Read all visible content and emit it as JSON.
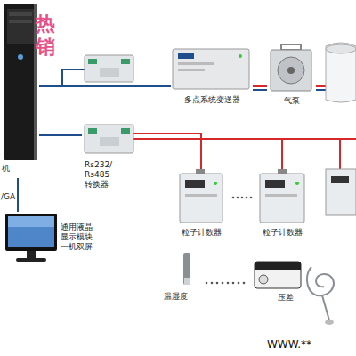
{
  "diagram": {
    "nodes": [
      {
        "text": [
          "机"
        ]
      },
      {
        "text": [
          "多点系统变送器"
        ]
      },
      {
        "text": [
          "气泵"
        ]
      },
      {
        "text": [
          "Rs232/ Rs485 转换器"
        ]
      },
      {
        "text": [
          "粒子计数器"
        ]
      },
      {
        "text": [
          "粒子计数器"
        ]
      },
      {
        "text": [
          "通用液晶 显示模块 一机双屏"
        ]
      },
      {
        "text": [
          "温湿度"
        ]
      },
      {
        "text": [
          "压差"
        ]
      }
    ],
    "edges": [
      {
        "from": 0,
        "to": 1,
        "arrow": "none"
      },
      {
        "from": 1,
        "to": 2,
        "arrow": "none"
      },
      {
        "from": 0,
        "to": 3,
        "arrow": "none"
      },
      {
        "from": 3,
        "to": 4,
        "arrow": "none"
      },
      {
        "from": 3,
        "to": 5,
        "arrow": "none"
      },
      {
        "from": 0,
        "to": 6,
        "label": "/GA",
        "arrow": "none"
      }
    ],
    "labels": [
      "热销",
      "WWW.**"
    ]
  }
}
